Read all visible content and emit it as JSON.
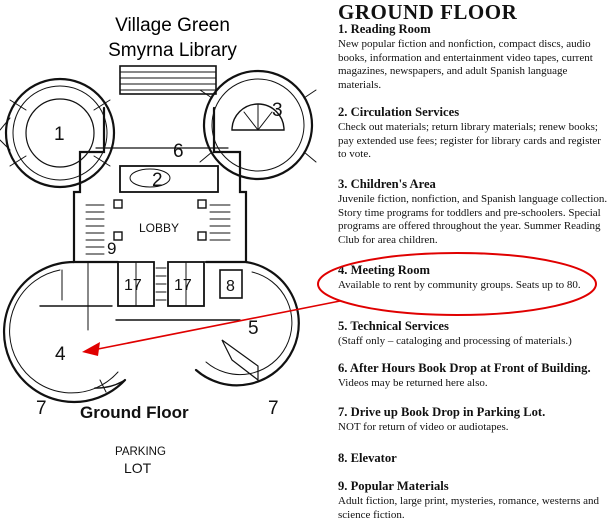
{
  "title_line1": "Village Green",
  "title_line2": "Smyrna Library",
  "plan": {
    "caption": "Ground Floor",
    "lobby": "LOBBY",
    "parking_line1": "PARKING",
    "parking_line2": "LOT",
    "numbers": {
      "n1": "1",
      "n2": "2",
      "n3": "3",
      "n4": "4",
      "n5": "5",
      "n6": "6",
      "n7a": "7",
      "n7b": "7",
      "n8": "8",
      "n9": "9",
      "n17a": "17",
      "n17b": "17"
    }
  },
  "legend": {
    "heading": "GROUND FLOOR",
    "items": [
      {
        "title": "1. Reading Room",
        "desc": "New popular fiction and nonfiction, compact discs, audio books, information and entertainment video tapes, current magazines, newspapers, and adult Spanish language materials."
      },
      {
        "title": "2. Circulation Services",
        "desc": "Check out materials; return library materials; renew books; pay extended use fees; register for library cards and register to vote."
      },
      {
        "title": "3. Children's Area",
        "desc": "Juvenile fiction, nonfiction, and Spanish language collection. Story time programs for toddlers and pre-schoolers. Special programs are offered throughout the year. Summer Reading Club for area children."
      },
      {
        "title": "4. Meeting Room",
        "desc": "Available to rent by community groups. Seats up to 80."
      },
      {
        "title": "5. Technical Services",
        "desc": "(Staff only – cataloging and processing of materials.)"
      },
      {
        "title": "6. After Hours Book Drop at Front of Building.",
        "desc": "Videos may be returned here also."
      },
      {
        "title": "7. Drive up Book Drop in Parking Lot.",
        "desc": "NOT for return of video or audiotapes."
      },
      {
        "title": "8. Elevator",
        "desc": ""
      },
      {
        "title": "9. Popular Materials",
        "desc": "Adult fiction, large print, mysteries, romance, westerns and science fiction."
      }
    ]
  },
  "colors": {
    "annotation": "#e00000",
    "ink": "#111111"
  }
}
